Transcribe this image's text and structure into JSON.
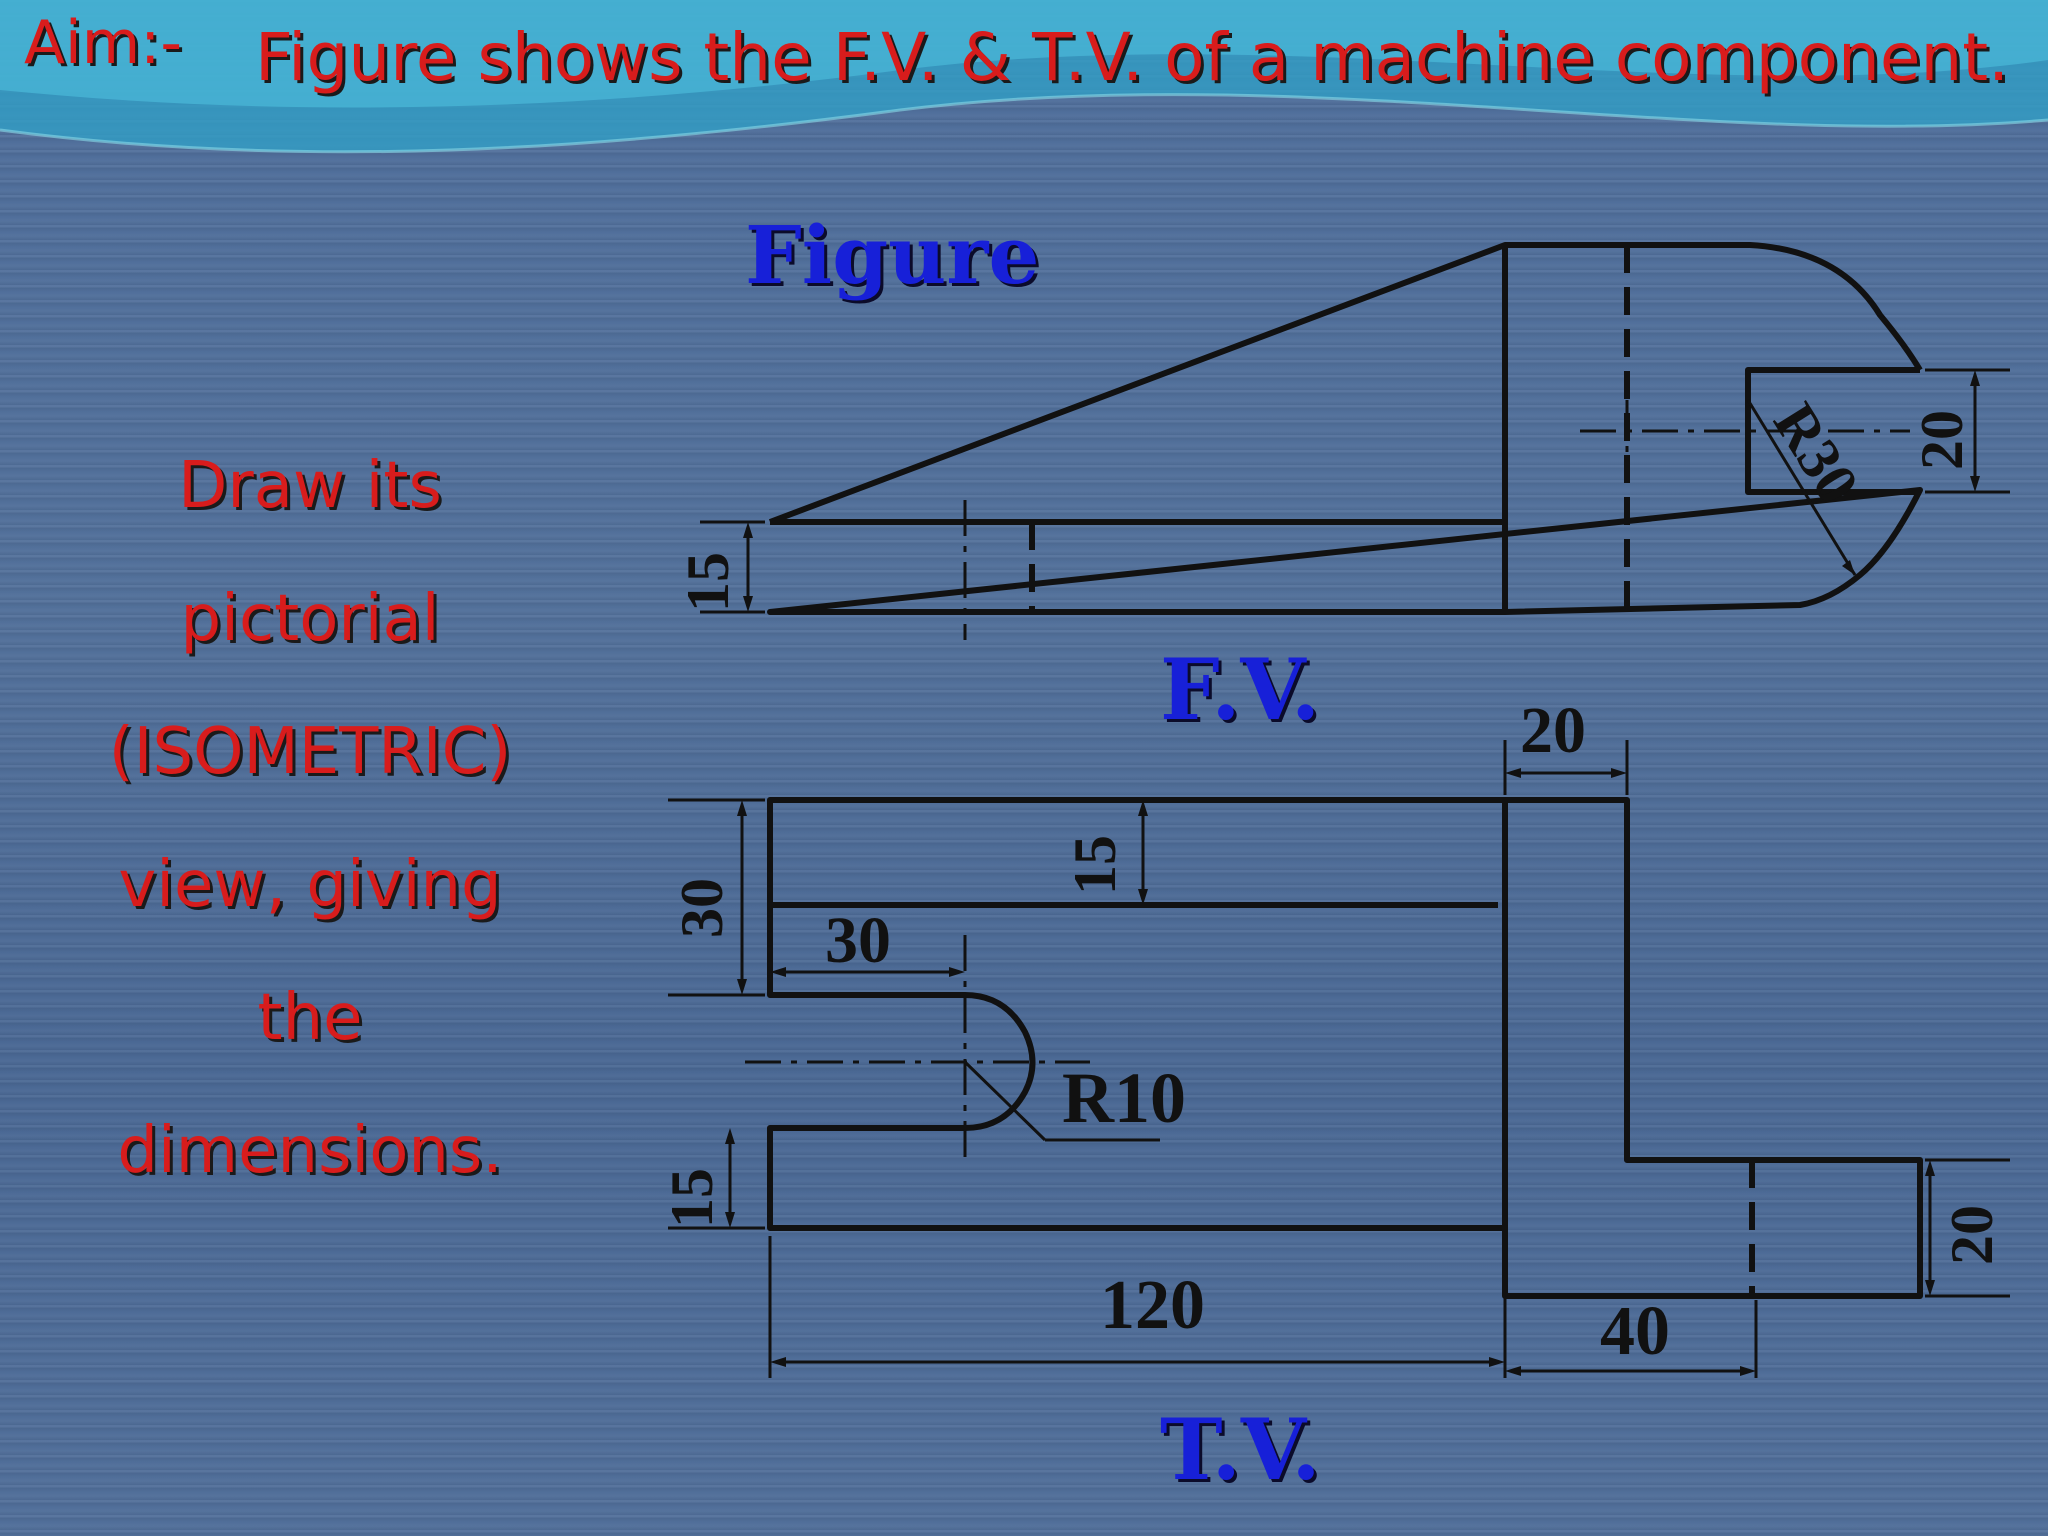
{
  "header": {
    "aim_label": "Aim:-",
    "aim_text": "Figure shows the F.V. & T.V. of a machine component."
  },
  "instruction": {
    "lines": [
      "Draw its",
      "pictorial",
      "(ISOMETRIC)",
      "view, giving",
      "the",
      "dimensions."
    ]
  },
  "labels": {
    "figure": "Figure",
    "front_view": "F.V.",
    "top_view": "T.V."
  },
  "dimensions": {
    "fv_left_thickness": "15",
    "fv_slot_width": "20",
    "fv_radius": "R30",
    "tv_width_top": "20",
    "tv_arm_width": "15",
    "tv_overall_depth": "30",
    "tv_slot_offset": "30",
    "tv_radius": "R10",
    "tv_bottom_arm": "15",
    "tv_length": "120",
    "tv_block_length": "40",
    "tv_block_width": "20"
  },
  "colors": {
    "text_red": "#d81c1c",
    "label_blue": "#1720d8",
    "line_black": "#111111"
  }
}
